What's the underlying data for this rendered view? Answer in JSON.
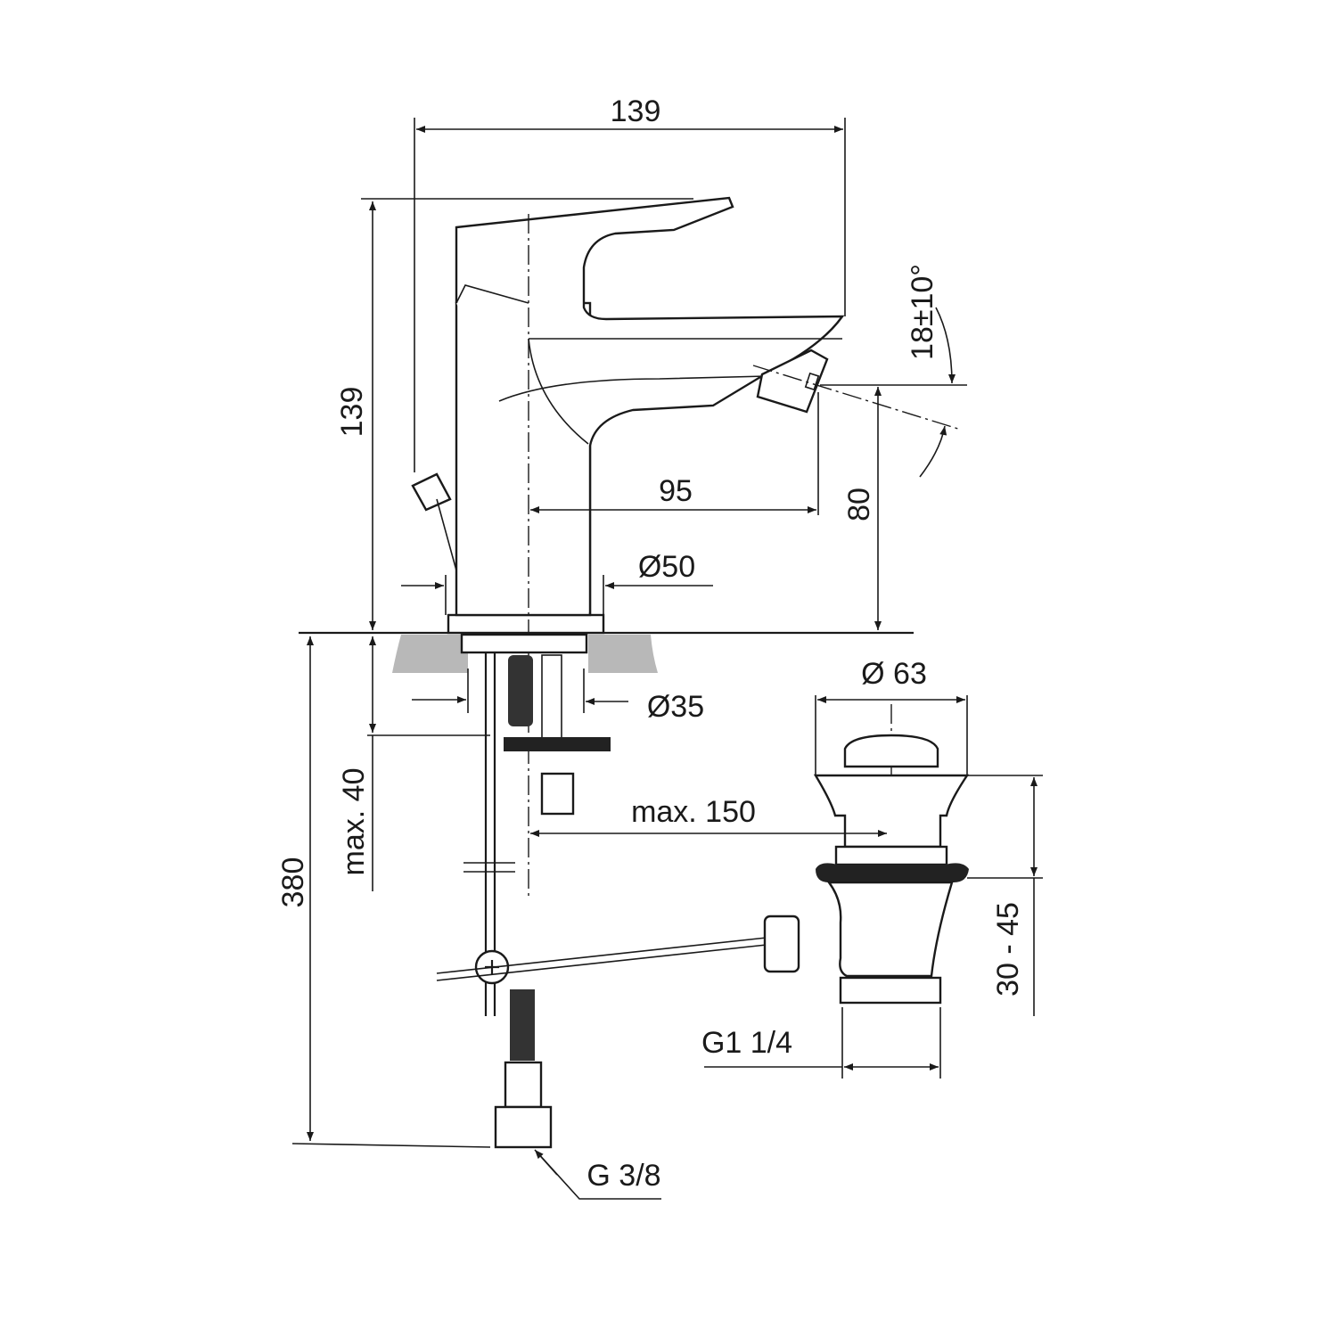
{
  "title": "Bidet mixer technical drawing",
  "dimensions": {
    "overall_width": "139",
    "overall_height": "139",
    "spout_reach": "95",
    "spout_height": "80",
    "base_diameter": "Ø50",
    "spout_angle": "18±10°",
    "shank_diameter": "Ø35",
    "max_deck_thickness": "max. 40",
    "installation_depth": "380",
    "max_waste_distance": "max. 150",
    "waste_diameter": "Ø 63",
    "waste_range": "30 - 45",
    "waste_thread": "G1 1/4",
    "inlet_thread": "G 3/8"
  },
  "colors": {
    "line": "#1a1a1a",
    "countertop": "#b8b8b8",
    "background": "#ffffff"
  }
}
